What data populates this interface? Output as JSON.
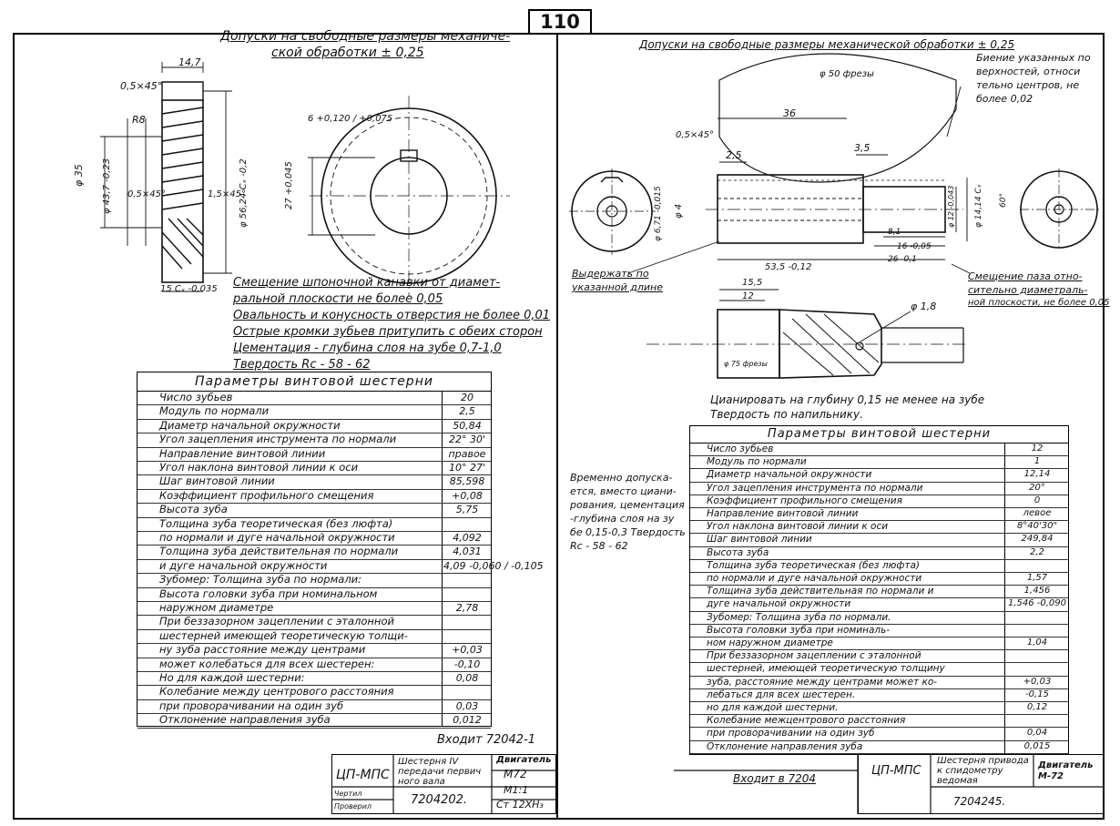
{
  "page_number": "110",
  "left": {
    "tolerance_note": [
      "Допуски на свободные размеры механиче-",
      "ской обработки ± 0,25"
    ],
    "dims": {
      "d1": "14,7",
      "d2": "0,5×45°",
      "d3": "R8",
      "d4": "φ 35",
      "d5": "φ 43,7 -0,23",
      "d6": "0,5×45°",
      "d7": "1,5×45°",
      "d8": "φ 56,24 Cₓ -0,2",
      "d9": "15 Cₓ -0,035",
      "d10": "6 +0,120 / +0,075",
      "d11": "27 +0,045"
    },
    "notes": [
      "Смещение шпоночной канавки от диамет-",
      "ральной плоскости не более 0,05",
      "Овальность и конусность отверстия не более 0,01",
      "Острые кромки зубьев притупить с обеих сторон",
      "Цементация - глубина слоя на зубе 0,7-1,0",
      "Твердость Rc - 58 - 62"
    ],
    "table_title": "Параметры винтовой шестерни",
    "params": [
      {
        "name": "Число зубьев",
        "value": "20"
      },
      {
        "name": "Модуль по нормали",
        "value": "2,5"
      },
      {
        "name": "Диаметр начальной окружности",
        "value": "50,84"
      },
      {
        "name": "Угол зацепления инструмента по нормали",
        "value": "22° 30'"
      },
      {
        "name": "Направление винтовой линии",
        "value": "правое"
      },
      {
        "name": "Угол наклона винтовой линии к оси",
        "value": "10° 27'"
      },
      {
        "name": "Шаг винтовой линии",
        "value": "85,598"
      },
      {
        "name": "Коэффициент профильного смещения",
        "value": "+0,08"
      },
      {
        "name": "Высота зуба",
        "value": "5,75"
      },
      {
        "name": "Толщина зуба теоретическая (без люфта)",
        "value": ""
      },
      {
        "name": "по нормали и дуге начальной окружности",
        "value": "4,092"
      },
      {
        "name": "Толщина зуба действительная по нормали",
        "value": "4,031"
      },
      {
        "name": "и дуге начальной окружности",
        "value": "4,09 -0,060 / -0,105"
      },
      {
        "name": "Зубомер: Толщина зуба по нормали:",
        "value": ""
      },
      {
        "name": "Высота головки зуба при номинальном",
        "value": ""
      },
      {
        "name": "наружном диаметре",
        "value": "2,78"
      },
      {
        "name": "При беззазорном зацеплении с эталонной",
        "value": ""
      },
      {
        "name": "шестерней имеющей теоретическую толщи-",
        "value": ""
      },
      {
        "name": "ну зуба расстояние между центрами",
        "value": "+0,03"
      },
      {
        "name": "может колебаться для всех шестерен:",
        "value": "-0,10"
      },
      {
        "name": "Но для каждой шестерни:",
        "value": "0,08"
      },
      {
        "name": "Колебание между центрового расстояния",
        "value": ""
      },
      {
        "name": "при проворачивании на один зуб",
        "value": "0,03"
      },
      {
        "name": "Отклонение направления зуба",
        "value": "0,012"
      }
    ],
    "enters": "Входит 72042-1",
    "title_block": {
      "org": "ЦП-МПС",
      "part_name": "Шестерня IV передачи первич ного вала",
      "engine_label": "Двигатель",
      "engine": "М72",
      "scale": "М1:1",
      "material": "Ст 12ХН₃",
      "row1": "Чертил",
      "row2": "Проверил",
      "number": "7204202."
    }
  },
  "right": {
    "tolerance_note": "Допуски на свободные размеры механической обработки ± 0,25",
    "runout_note": [
      "Биение указанных по",
      "верхностей, относи",
      "тельно центров, не",
      "более 0,02"
    ],
    "dims": {
      "r1": "φ 50 фрезы",
      "r2": "36",
      "r3": "0,5×45°",
      "r4": "3,5",
      "r5": "2,5",
      "r6": "φ 6,71 -0,015",
      "r7": "φ 4",
      "r8": "8,1",
      "r9": "16 -0,05",
      "r10": "26 -0,1",
      "r11": "53,5 -0,12",
      "r12": "15,5",
      "r13": "12",
      "r14": "φ 1,8",
      "r15": "φ 75 фрезы",
      "r16": "φ 14,14 Cₓ",
      "r17": "60°",
      "r18": "φ 12 -0,043"
    },
    "hold_note": [
      "Выдержать по",
      "указанной длине"
    ],
    "key_note": [
      "Смещение паза отно-",
      "сительно диаметраль-",
      "ной плоскости, не более 0,05"
    ],
    "cyan_note": [
      "Цианировать на глубину 0,15 не менее на зубе",
      "Твердость по напильнику."
    ],
    "temp_note": [
      "Временно допуска-",
      "ется, вместо циани-",
      "рования, цементация",
      "-глубина слоя на зу",
      "бе 0,15-0,3 Твердость",
      "Rc - 58 - 62"
    ],
    "table_title": "Параметры винтовой шестерни",
    "params": [
      {
        "name": "Число зубьев",
        "value": "12"
      },
      {
        "name": "Модуль по нормали",
        "value": "1"
      },
      {
        "name": "Диаметр начальной окружности",
        "value": "12,14"
      },
      {
        "name": "Угол зацепления инструмента по нормали",
        "value": "20°"
      },
      {
        "name": "Коэффициент профильного смещения",
        "value": "0"
      },
      {
        "name": "Направление винтовой линии",
        "value": "левое"
      },
      {
        "name": "Угол наклона винтовой линии к оси",
        "value": "8°40'30\""
      },
      {
        "name": "Шаг винтовой линии",
        "value": "249,84"
      },
      {
        "name": "Высота зуба",
        "value": "2,2"
      },
      {
        "name": "Толщина зуба теоретическая (без люфта)",
        "value": ""
      },
      {
        "name": "по нормали и дуге начальной окружности",
        "value": "1,57"
      },
      {
        "name": "Толщина зуба действительная по нормали и",
        "value": "1,456"
      },
      {
        "name": "дуге начальной окружности",
        "value": "1,546 -0,090"
      },
      {
        "name": "Зубомер: Толщина зуба по нормали.",
        "value": ""
      },
      {
        "name": "Высота головки зуба при номиналь-",
        "value": ""
      },
      {
        "name": "ном наружном диаметре",
        "value": "1,04"
      },
      {
        "name": "При беззазорном зацеплении с эталонной",
        "value": ""
      },
      {
        "name": "шестерней, имеющей теоретическую толщину",
        "value": ""
      },
      {
        "name": "зуба, расстояние между центрами может ко-",
        "value": "+0,03"
      },
      {
        "name": "лебаться для всех шестерен.",
        "value": "-0,15"
      },
      {
        "name": "но для каждой шестерни.",
        "value": "0,12"
      },
      {
        "name": "Колебание межцентрового расстояния",
        "value": ""
      },
      {
        "name": "при проворачивании на один зуб",
        "value": "0,04"
      },
      {
        "name": "Отклонение направления зуба",
        "value": "0,015"
      }
    ],
    "enters": "Входит в 7204",
    "title_block": {
      "org": "ЦП-МПС",
      "part_name": "Шестерня привода к спидометру ведомая",
      "engine": "Двигатель М-72",
      "number": "7204245."
    }
  }
}
